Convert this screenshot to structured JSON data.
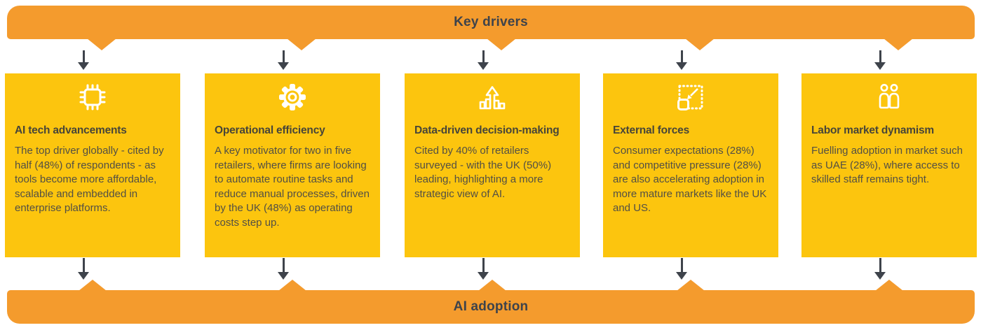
{
  "colors": {
    "bar_orange": "#F49B2D",
    "card_yellow": "#FCC50E",
    "arrow_charcoal": "#3E434B",
    "title_text": "#474539",
    "body_text": "#524F45",
    "icon_white": "#FFFFFF"
  },
  "header": {
    "label": "Key drivers"
  },
  "footer": {
    "label": "AI adoption"
  },
  "cards": [
    {
      "icon": "chip-icon",
      "title": "AI tech advancements",
      "body": "The top driver globally - cited by half (48%) of respondents - as tools become more affordable, scalable and embedded in enterprise platforms."
    },
    {
      "icon": "gear-icon",
      "title": "Operational efficiency",
      "body": "A key motivator for two in five retailers, where firms are looking to automate routine tasks and reduce manual processes, driven by the UK (48%) as operating costs step up."
    },
    {
      "icon": "bar-chart-growth-icon",
      "title": "Data-driven decision-making",
      "body": "Cited by 40% of retailers surveyed - with the UK (50%) leading, highlighting a more strategic view of AI."
    },
    {
      "icon": "inward-arrow-square-icon",
      "title": "External forces",
      "body": "Consumer expectations (28%) and competitive pressure (28%) are also accelerating adoption in more mature markets like the UK and US."
    },
    {
      "icon": "people-icon",
      "title": "Labor market dynamism",
      "body": "Fuelling adoption in market such as UAE (28%), where access to skilled staff remains tight."
    }
  ]
}
